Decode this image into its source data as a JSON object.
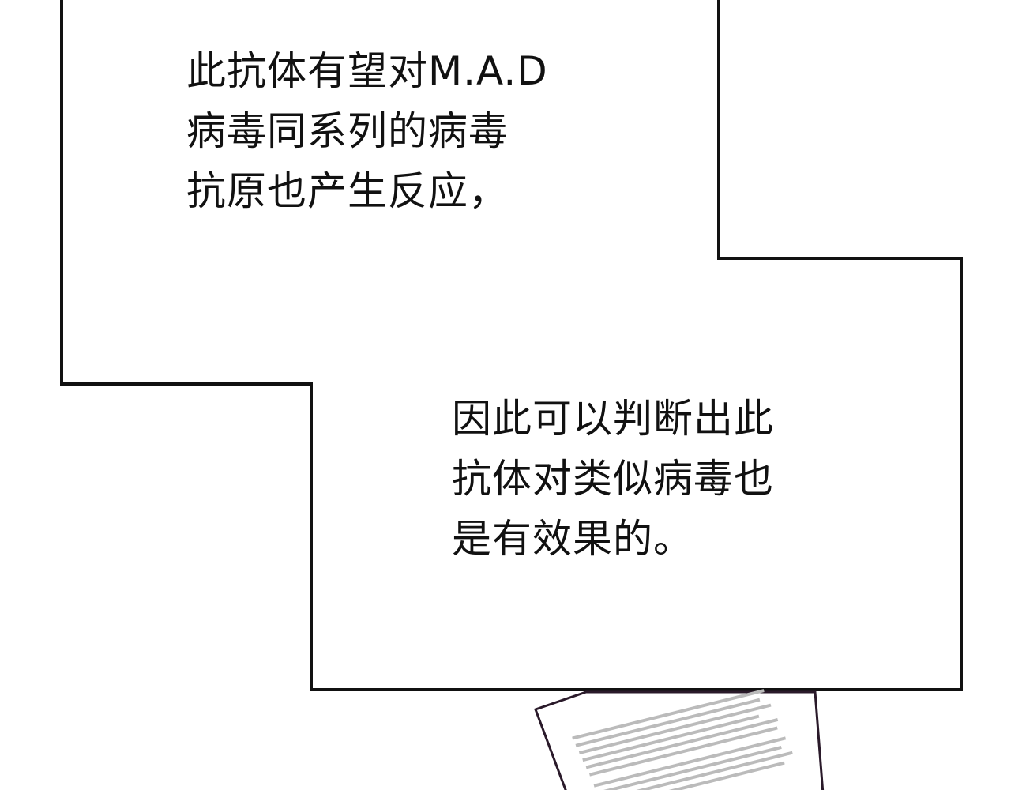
{
  "caption_top": {
    "lines": [
      "此抗体有望对M.A.D",
      "病毒同系列的病毒",
      "抗原也产生反应，"
    ]
  },
  "caption_bottom": {
    "lines": [
      "因此可以判断出此",
      "抗体对类似病毒也",
      "是有效果的。"
    ]
  },
  "colors": {
    "outline": "#111111",
    "paper_edge": "#2a1a2a",
    "background": "#ffffff"
  }
}
